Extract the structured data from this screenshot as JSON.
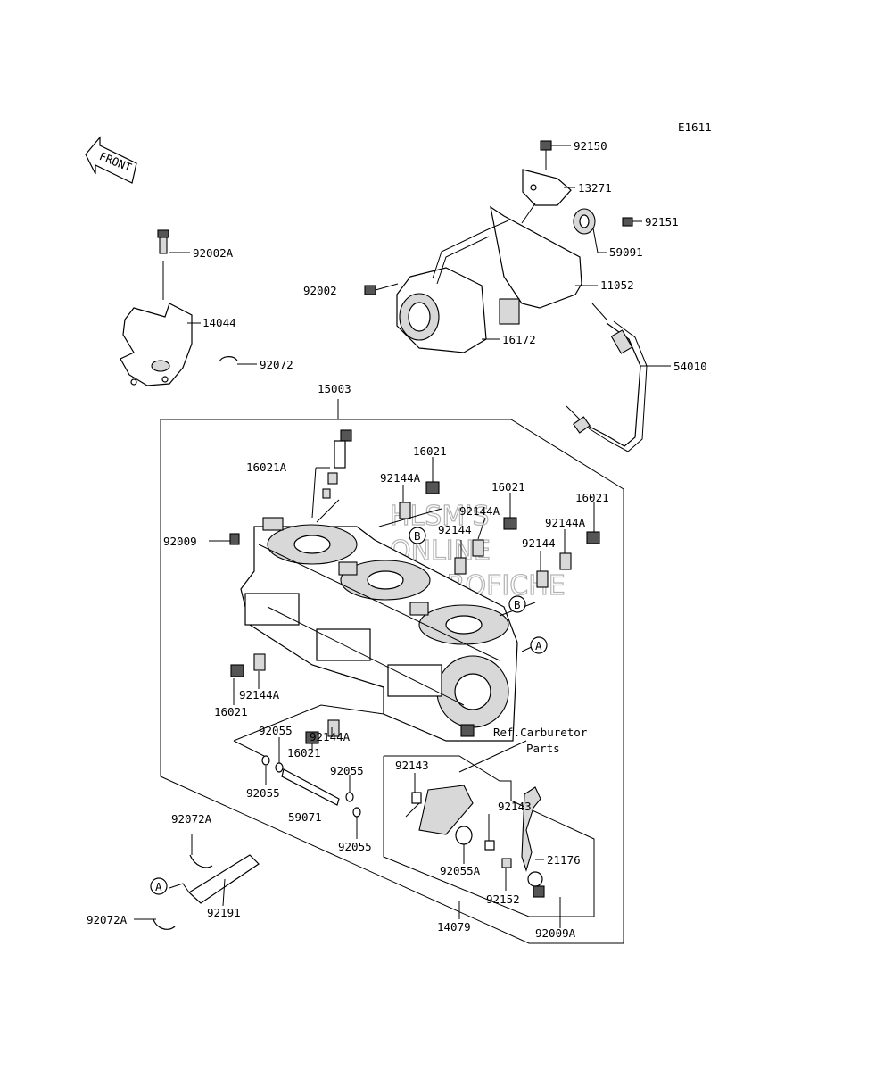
{
  "diagram_code": "E1611",
  "front_label": "FRONT",
  "watermark": [
    "HLSM'S",
    "ONLINE",
    "MICROFICHE"
  ],
  "markers": [
    "A",
    "B",
    "B",
    "A"
  ],
  "ref_note": [
    "Ref.Carburetor",
    "Parts"
  ],
  "callouts": [
    {
      "id": "c01",
      "text": "92150"
    },
    {
      "id": "c02",
      "text": "13271"
    },
    {
      "id": "c03",
      "text": "92151"
    },
    {
      "id": "c04",
      "text": "59091"
    },
    {
      "id": "c05",
      "text": "92002"
    },
    {
      "id": "c06",
      "text": "11052"
    },
    {
      "id": "c07",
      "text": "16172"
    },
    {
      "id": "c08",
      "text": "54010"
    },
    {
      "id": "c09",
      "text": "92002A"
    },
    {
      "id": "c10",
      "text": "14044"
    },
    {
      "id": "c11",
      "text": "92072"
    },
    {
      "id": "c12",
      "text": "15003"
    },
    {
      "id": "c13",
      "text": "16021"
    },
    {
      "id": "c14",
      "text": "16021A"
    },
    {
      "id": "c15",
      "text": "92144A"
    },
    {
      "id": "c16",
      "text": "16021"
    },
    {
      "id": "c17",
      "text": "92144A"
    },
    {
      "id": "c18",
      "text": "16021"
    },
    {
      "id": "c19",
      "text": "92144"
    },
    {
      "id": "c20",
      "text": "92144A"
    },
    {
      "id": "c21",
      "text": "92144"
    },
    {
      "id": "c22",
      "text": "92009"
    },
    {
      "id": "c23",
      "text": "92144A"
    },
    {
      "id": "c24",
      "text": "16021"
    },
    {
      "id": "c25",
      "text": "92055"
    },
    {
      "id": "c26",
      "text": "16021"
    },
    {
      "id": "c27",
      "text": "92144A"
    },
    {
      "id": "c28",
      "text": "92055"
    },
    {
      "id": "c29",
      "text": "92055"
    },
    {
      "id": "c30",
      "text": "59071"
    },
    {
      "id": "c31",
      "text": "92055"
    },
    {
      "id": "c32",
      "text": "92143"
    },
    {
      "id": "c33",
      "text": "92143"
    },
    {
      "id": "c34",
      "text": "21176"
    },
    {
      "id": "c35",
      "text": "92055A"
    },
    {
      "id": "c36",
      "text": "92152"
    },
    {
      "id": "c37",
      "text": "92009A"
    },
    {
      "id": "c38",
      "text": "14079"
    },
    {
      "id": "c39",
      "text": "92072A"
    },
    {
      "id": "c40",
      "text": "92191"
    },
    {
      "id": "c41",
      "text": "92072A"
    }
  ]
}
